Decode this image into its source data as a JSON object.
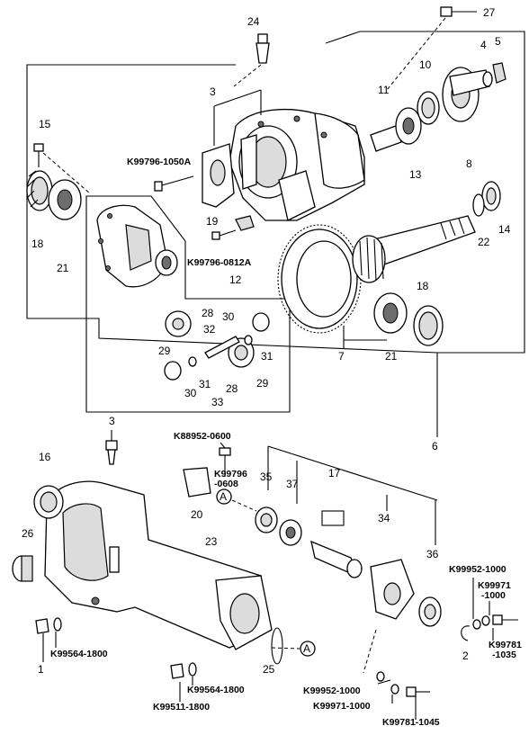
{
  "callouts": {
    "n1": "1",
    "n2": "2",
    "n3a": "3",
    "n3b": "3",
    "n4": "4",
    "n5": "5",
    "n6": "6",
    "n7": "7",
    "n8": "8",
    "n10": "10",
    "n11": "11",
    "n12": "12",
    "n13": "13",
    "n14": "14",
    "n15": "15",
    "n16": "16",
    "n17": "17",
    "n18a": "18",
    "n18b": "18",
    "n19": "19",
    "n20": "20",
    "n21a": "21",
    "n21b": "21",
    "n22": "22",
    "n23": "23",
    "n24": "24",
    "n25": "25",
    "n26": "26",
    "n27": "27",
    "n28a": "28",
    "n28b": "28",
    "n29a": "29",
    "n29b": "29",
    "n30a": "30",
    "n30b": "30",
    "n31a": "31",
    "n31b": "31",
    "n32": "32",
    "n33": "33",
    "n34": "34",
    "n35": "35",
    "n36": "36",
    "n37": "37"
  },
  "codes": {
    "c1050a": "K99796-1050A",
    "c0812a": "K99796-0812A",
    "c0600": "K88952-0600",
    "c99796": "K99796",
    "c0608": "-0608",
    "c1800a": "K99564-1800",
    "c1800b": "K99564-1800",
    "c11800": "K99511-1800",
    "c952a": "K99952-1000",
    "c971a": "K99971",
    "c971a2": "-1000",
    "c781a": "K99781",
    "c781a2": "-1035",
    "c952b": "K99952-1000",
    "c971b": "K99971-1000",
    "c781b": "K99781-1045"
  },
  "refs": {
    "a1": "A",
    "a2": "A"
  }
}
